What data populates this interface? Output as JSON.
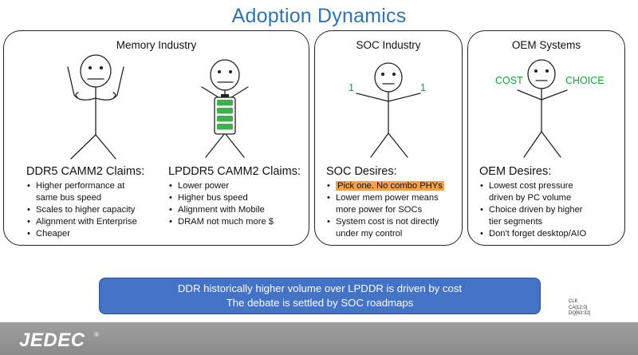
{
  "title": "Adoption Dynamics",
  "panels": {
    "memory": {
      "title": "Memory Industry",
      "ddr5": {
        "heading": "DDR5 CAMM2 Claims:",
        "items": [
          "Higher performance at",
          "same bus speed",
          "Scales to higher capacity",
          "Alignment with Enterprise",
          "Cheaper"
        ]
      },
      "lpddr5": {
        "heading": "LPDDR5 CAMM2 Claims:",
        "items": [
          "Lower power",
          "Higher bus speed",
          "Alignment with Mobile",
          "DRAM not much more $"
        ]
      }
    },
    "soc": {
      "title": "SOC Industry",
      "hand_left": "1",
      "hand_right": "1",
      "heading": "SOC Desires:",
      "items": [
        "Pick one.  No combo PHYs",
        "Lower mem power means",
        "more power for SOCs",
        "System cost is not directly",
        "under my control"
      ]
    },
    "oem": {
      "title": "OEM Systems",
      "label_left": "COST",
      "label_right": "CHOICE",
      "heading": "OEM Desires:",
      "items": [
        "Lowest cost pressure",
        "driven by PC volume",
        "Choice driven by higher",
        "tier segments",
        "Don't forget desktop/AIO"
      ]
    }
  },
  "banner": {
    "line1": "DDR historically higher volume over LPDDR is driven by cost",
    "line2": "The debate is settled by SOC roadmaps"
  },
  "signal_notes": [
    "CLK",
    "CA[12:0]",
    "DQ[63:32]"
  ],
  "footer": {
    "logo": "JEDEC",
    "mark": "®"
  },
  "colors": {
    "title": "#2E74B5",
    "banner": "#4472C4",
    "green": "#1BA33A",
    "highlight": "#F5A04A",
    "battery": "#3CB34A"
  }
}
